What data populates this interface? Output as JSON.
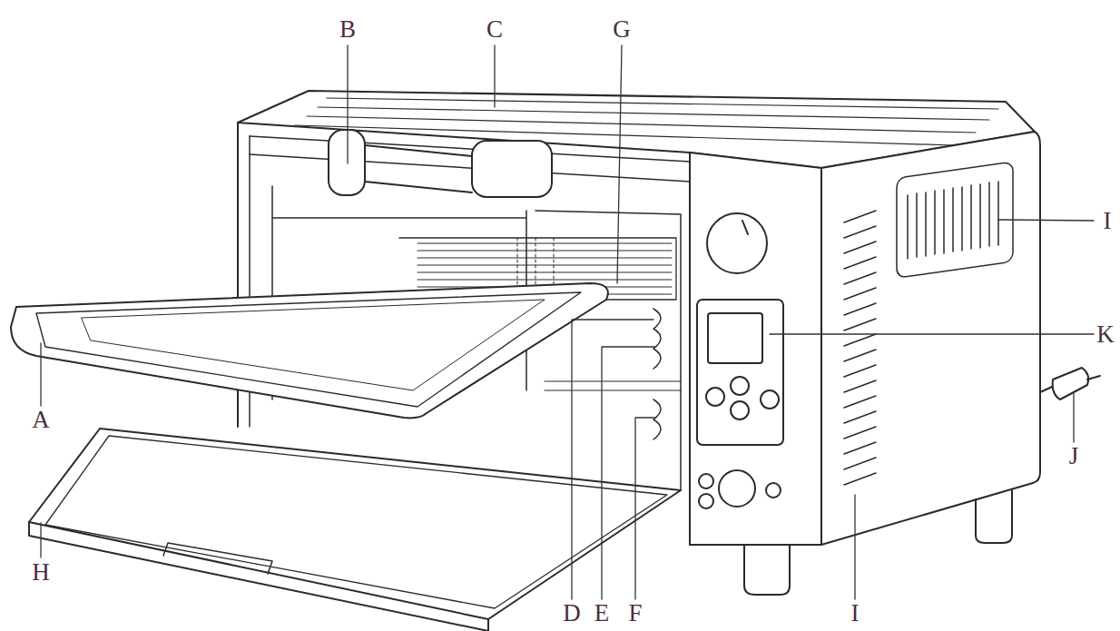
{
  "diagram": {
    "labels": [
      "B",
      "C",
      "G",
      "I",
      "K",
      "A",
      "J",
      "H",
      "D",
      "E",
      "F",
      "I"
    ]
  }
}
